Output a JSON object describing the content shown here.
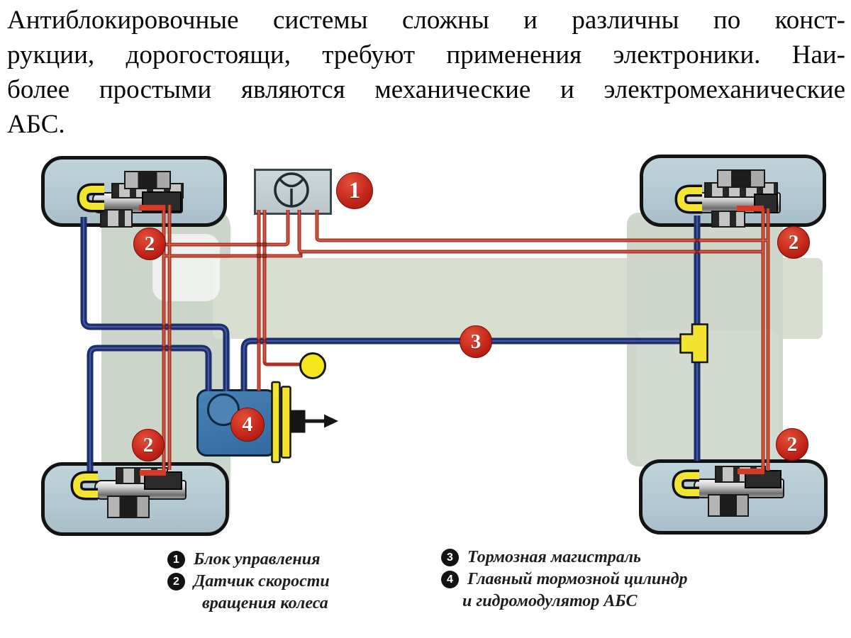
{
  "title_paragraph": {
    "lines": [
      "Антиблокировочные системы сложны и различны по конст-",
      "рукции, дорогостоящи, требуют применения электроники. Наи-",
      "более простыми являются механические и электромеханические",
      "АБС."
    ]
  },
  "diagram": {
    "markers": {
      "control_unit": "1",
      "wheel_speed_sensor": "2",
      "brake_line": "3",
      "master_cylinder": "4"
    }
  },
  "legend": {
    "items": [
      {
        "num": "1",
        "lines": [
          "Блок управления"
        ]
      },
      {
        "num": "2",
        "lines": [
          "Датчик скорости",
          "вращения колеса"
        ]
      },
      {
        "num": "3",
        "lines": [
          "Тормозная магистраль"
        ]
      },
      {
        "num": "4",
        "lines": [
          "Главный тормозной цилиндр",
          "и гидромодулятор АБС"
        ]
      }
    ]
  },
  "colors": {
    "badge_red": "#c5271a",
    "wire_red": "#ac3124",
    "wire_red_bright": "#d53a26",
    "brake_blue": "#1d2e6e",
    "sensor_yellow": "#f2e433",
    "component_blue": "#3e76ab",
    "wheel_fill": "#b3c9d3",
    "silhouette": "#ccd5c9"
  }
}
